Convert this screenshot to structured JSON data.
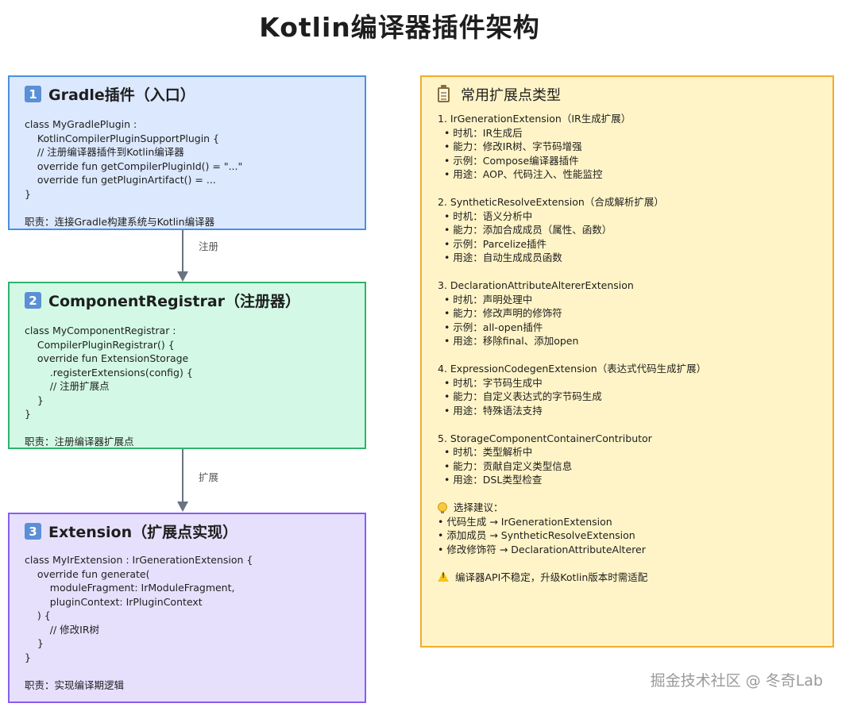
{
  "title": "Kotlin编译器插件架构",
  "box1": {
    "number": "1",
    "title": "Gradle插件（入口）",
    "code": "class MyGradlePlugin :\n    KotlinCompilerPluginSupportPlugin {\n    // 注册编译器插件到Kotlin编译器\n    override fun getCompilerPluginId() = \"...\"\n    override fun getPluginArtifact() = ...\n}",
    "duty": "职责：连接Gradle构建系统与Kotlin编译器"
  },
  "arrow1_label": "注册",
  "box2": {
    "number": "2",
    "title": "ComponentRegistrar（注册器）",
    "code": "class MyComponentRegistrar :\n    CompilerPluginRegistrar() {\n    override fun ExtensionStorage\n        .registerExtensions(config) {\n        // 注册扩展点\n    }\n}",
    "duty": "职责：注册编译器扩展点"
  },
  "arrow2_label": "扩展",
  "box3": {
    "number": "3",
    "title": "Extension（扩展点实现）",
    "code": "class MyIrExtension : IrGenerationExtension {\n    override fun generate(\n        moduleFragment: IrModuleFragment,\n        pluginContext: IrPluginContext\n    ) {\n        // 修改IR树\n    }\n}",
    "duty": "职责：实现编译期逻辑"
  },
  "panel": {
    "icon": "clipboard-icon",
    "title": "常用扩展点类型",
    "ext1": {
      "title": "1. IrGenerationExtension（IR生成扩展）",
      "items": [
        "  • 时机：IR生成后",
        "  • 能力：修改IR树、字节码增强",
        "  • 示例：Compose编译器插件",
        "  • 用途：AOP、代码注入、性能监控"
      ]
    },
    "ext2": {
      "title": "2. SyntheticResolveExtension（合成解析扩展）",
      "items": [
        "  • 时机：语义分析中",
        "  • 能力：添加合成成员（属性、函数）",
        "  • 示例：Parcelize插件",
        "  • 用途：自动生成成员函数"
      ]
    },
    "ext3": {
      "title": "3. DeclarationAttributeAltererExtension",
      "items": [
        "  • 时机：声明处理中",
        "  • 能力：修改声明的修饰符",
        "  • 示例：all-open插件",
        "  • 用途：移除final、添加open"
      ]
    },
    "ext4": {
      "title": "4. ExpressionCodegenExtension（表达式代码生成扩展）",
      "items": [
        "  • 时机：字节码生成中",
        "  • 能力：自定义表达式的字节码生成",
        "  • 用途：特殊语法支持"
      ]
    },
    "ext5": {
      "title": "5. StorageComponentContainerContributor",
      "items": [
        "  • 时机：类型解析中",
        "  • 能力：贡献自定义类型信息",
        "  • 用途：DSL类型检查"
      ]
    },
    "advice": {
      "icon": "lightbulb-icon",
      "title": "选择建议：",
      "items": [
        "• 代码生成 → IrGenerationExtension",
        "• 添加成员 → SyntheticResolveExtension",
        "• 修改修饰符 → DeclarationAttributeAlterer"
      ]
    },
    "warning": {
      "icon": "warning-icon",
      "text": "编译器API不稳定，升级Kotlin版本时需适配"
    }
  },
  "watermark": "掘金技术社区 @ 冬奇Lab",
  "colors": {
    "box1_fill": "#dbe8fd",
    "box1_stroke": "#4a90e2",
    "box2_fill": "#d3f9e6",
    "box2_stroke": "#2fb36c",
    "box3_fill": "#e6e0fd",
    "box3_stroke": "#8a5cf0",
    "panel_fill": "#fff4c7",
    "panel_stroke": "#f2ac2b",
    "arrow": "#6b7280"
  }
}
